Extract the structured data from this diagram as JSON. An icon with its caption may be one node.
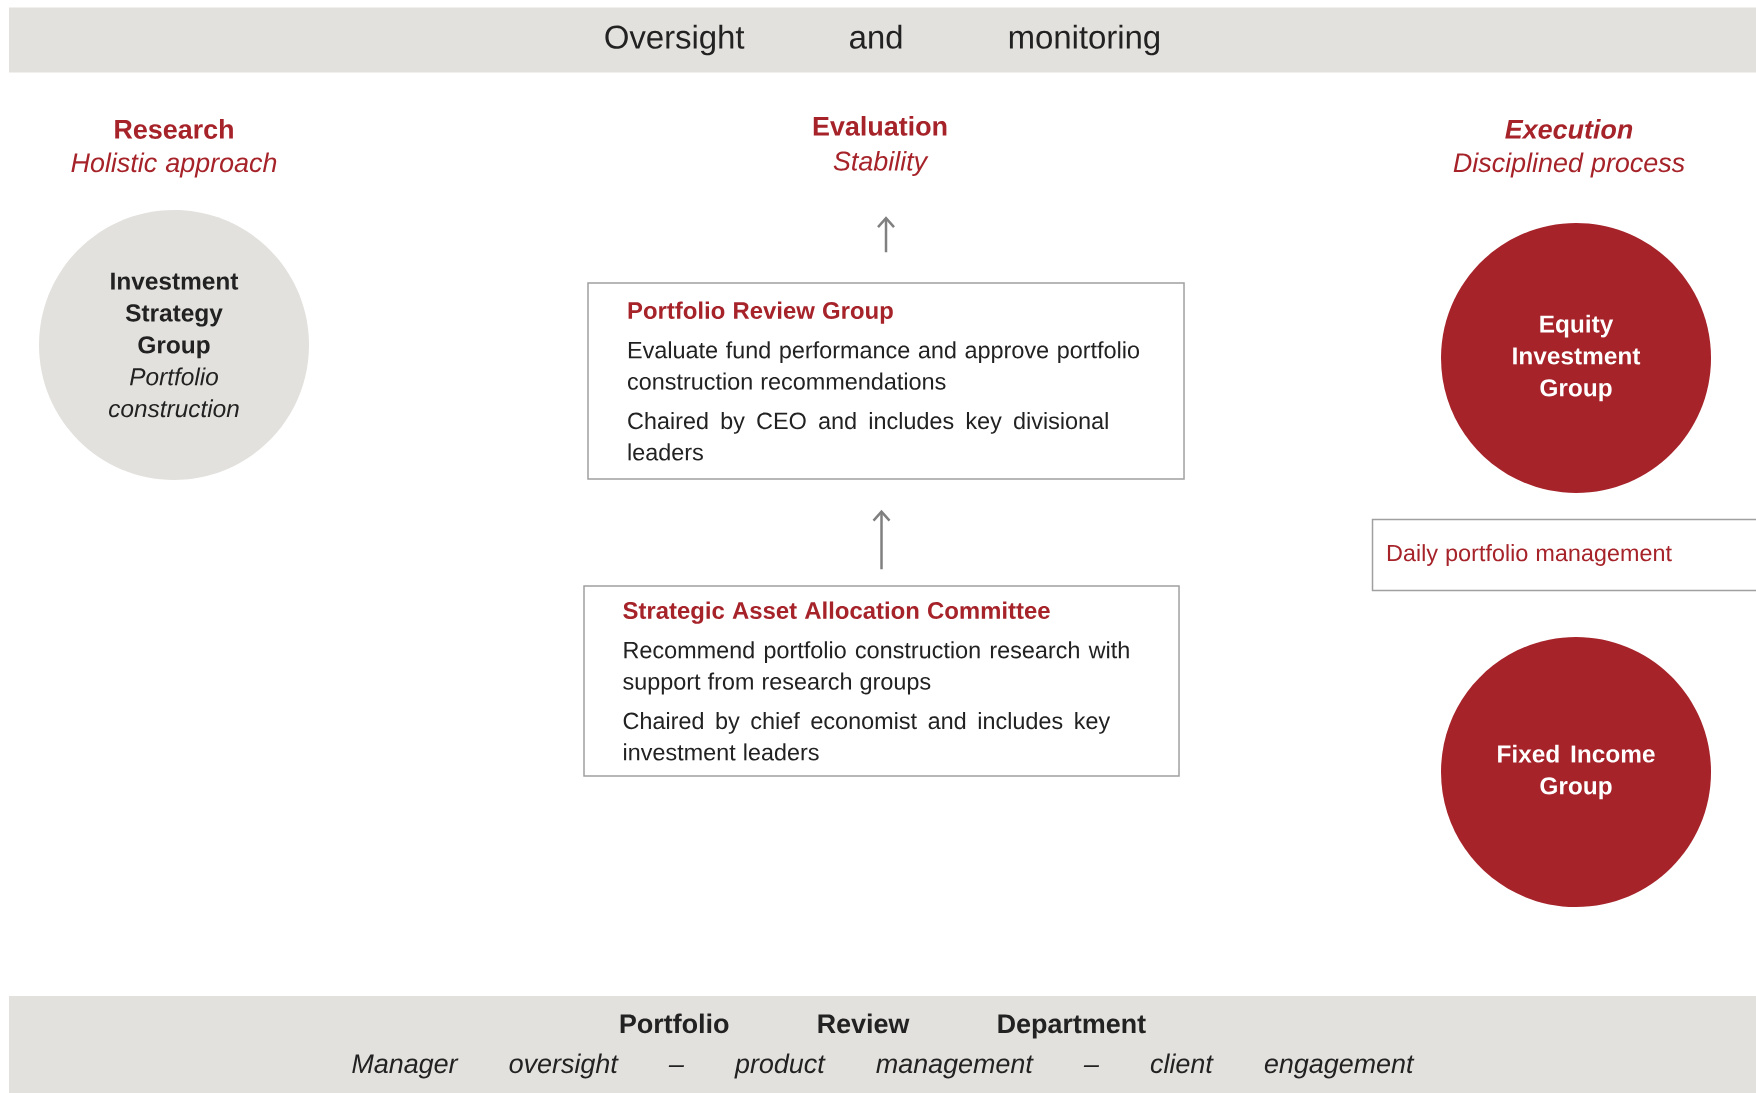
{
  "diagram": {
    "nodes": [
      {
        "text": [
          "Oversight and monitoring"
        ]
      },
      {
        "text": [
          "Evaluation",
          "Stability"
        ]
      },
      {
        "text": [
          "Investment Strategy Group",
          "Portfolio construction"
        ]
      },
      {
        "text": [
          "Portfolio Review Group",
          "Evaluate fund performance and approve portfolio construction recommendations",
          "Chaired by CEO and includes key divisional leaders"
        ]
      },
      {
        "text": [
          "Equity Investment Group"
        ]
      },
      {
        "text": [
          "Daily portfolio management"
        ]
      },
      {
        "text": [
          "Strategic Asset Allocation Committee",
          "Recommend portfolio construction research with support from research groups",
          "Chaired by chief economist and includes key investment leaders"
        ]
      },
      {
        "text": [
          "Fixed Income Group"
        ]
      },
      {
        "text": [
          "Portfolio Review Department",
          "Manager oversight – product management – client engagement"
        ]
      }
    ],
    "edges": [
      {
        "from": 3,
        "to": 1,
        "arrow": "to"
      },
      {
        "from": 6,
        "to": 3,
        "arrow": "to"
      }
    ],
    "labels": [
      "Research",
      "Holistic approach",
      "Execution",
      "Disciplined process"
    ]
  }
}
